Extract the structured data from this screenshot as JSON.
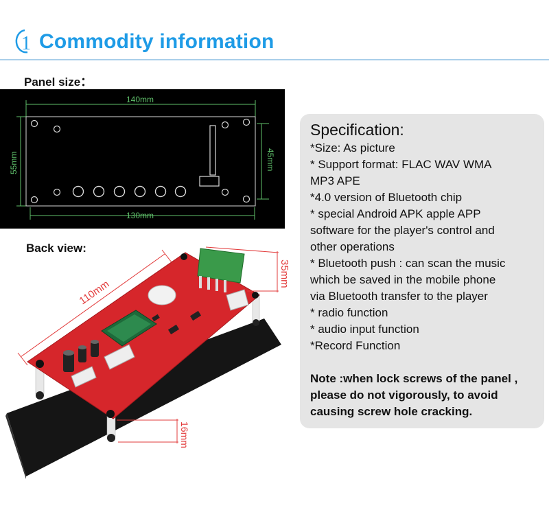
{
  "header": {
    "number": "1",
    "title": "Commodity information"
  },
  "labels": {
    "panel_size": "Panel size：",
    "back_view": "Back view:"
  },
  "panel_dims": {
    "top": "140mm",
    "bottom": "130mm",
    "left": "55mm",
    "right": "45mm"
  },
  "back_dims": {
    "length": "110mm",
    "module": "35mm",
    "height": "16mm"
  },
  "spec": {
    "title": "Specification:",
    "lines": [
      "*Size: As picture",
      "* Support format: FLAC WAV WMA",
      "MP3 APE",
      "*4.0 version of Bluetooth chip",
      "* special Android APK apple APP",
      "software for the player's control and",
      "other operations",
      "* Bluetooth push : can scan the music",
      "which be saved in the mobile phone",
      "via Bluetooth transfer to the player",
      "* radio function",
      "* audio input function",
      "*Record Function"
    ],
    "note_lines": [
      "Note :when lock screws of the panel ,",
      "please do not vigorously, to avoid",
      "causing screw hole cracking."
    ]
  },
  "colors": {
    "title_blue": "#1e9be6",
    "dimension_green": "#5fbf6a",
    "pcb_red": "#d6262b",
    "dim_red": "#e23b3b",
    "spec_bg": "#e5e5e5"
  }
}
